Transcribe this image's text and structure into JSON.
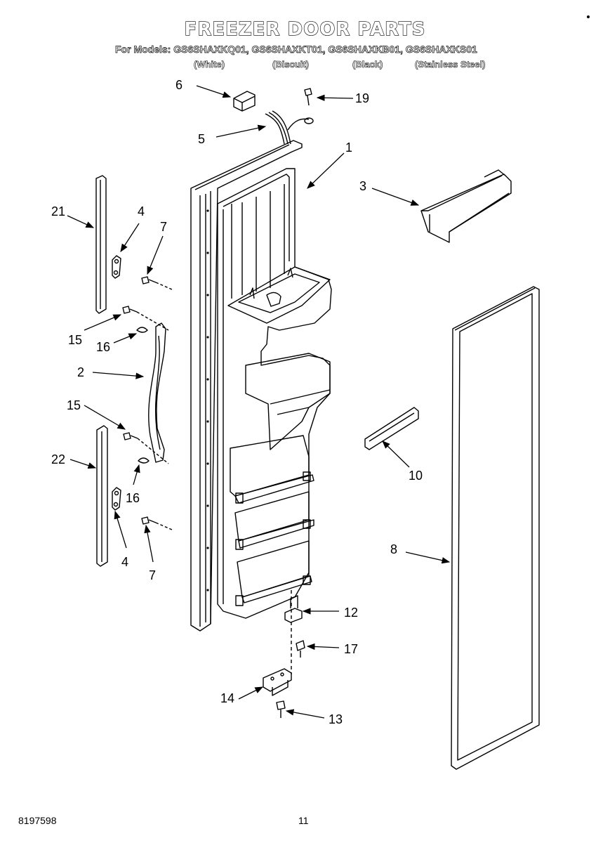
{
  "header": {
    "title": "FREEZER DOOR PARTS",
    "models_line": "For Models: GS6SHAXKQ01, GS6SHAXKT01, GS6SHAXKB01, GS6SHAXKS01",
    "finishes": [
      "(White)",
      "(Biscuit)",
      "(Black)",
      "(Stainless Steel)"
    ]
  },
  "callouts": {
    "c1": "1",
    "c2": "2",
    "c3": "3",
    "c4a": "4",
    "c4b": "4",
    "c5": "5",
    "c6": "6",
    "c7a": "7",
    "c7b": "7",
    "c8": "8",
    "c10": "10",
    "c12": "12",
    "c13": "13",
    "c14": "14",
    "c15a": "15",
    "c15b": "15",
    "c16a": "16",
    "c16b": "16",
    "c17": "17",
    "c19": "19",
    "c21": "21",
    "c22": "22"
  },
  "footer": {
    "doc_number": "8197598",
    "page_number": "11"
  }
}
